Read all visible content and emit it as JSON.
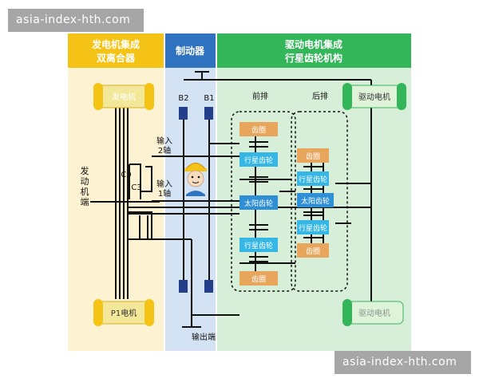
{
  "watermark": "asia-index-hth.com",
  "sections": {
    "generator": {
      "title_line1": "发电机集成",
      "title_line2": "双离合器",
      "color": "#f5c316",
      "bg": "#fdf3d2"
    },
    "brake": {
      "title": "制动器",
      "color": "#2f72c0",
      "bg": "#d4e3f3"
    },
    "drive": {
      "title_line1": "驱动电机集成",
      "title_line2": "行星齿轮机构",
      "color": "#33b55a",
      "bg": "#d7efd9"
    }
  },
  "labels": {
    "generator_motor": "发电机",
    "drive_motor": "驱动电机",
    "p1_motor": "P1电机",
    "drive_motor_bottom": "驱动电机",
    "engine_end": "发动机端",
    "c0": "C0",
    "c3": "C3",
    "input2": "输入\n2轴",
    "input1": "输入\n1轴",
    "b2": "B2",
    "b1": "B1",
    "front_row": "前排",
    "rear_row": "后排",
    "output_end": "输出端"
  },
  "gears": {
    "ring": "齿圈",
    "planet": "行星齿轮",
    "sun": "太阳齿轮"
  },
  "colors": {
    "line": "#111111",
    "motor_body": "#f3e89a",
    "motor_cap": "#f5c316",
    "brake_block": "#243f8a",
    "ring_gear": "#e8a65c",
    "planet_gear": "#35b6e4",
    "sun_gear": "#2f8fd5"
  },
  "icons": [
    "engineer-mascot-icon"
  ]
}
